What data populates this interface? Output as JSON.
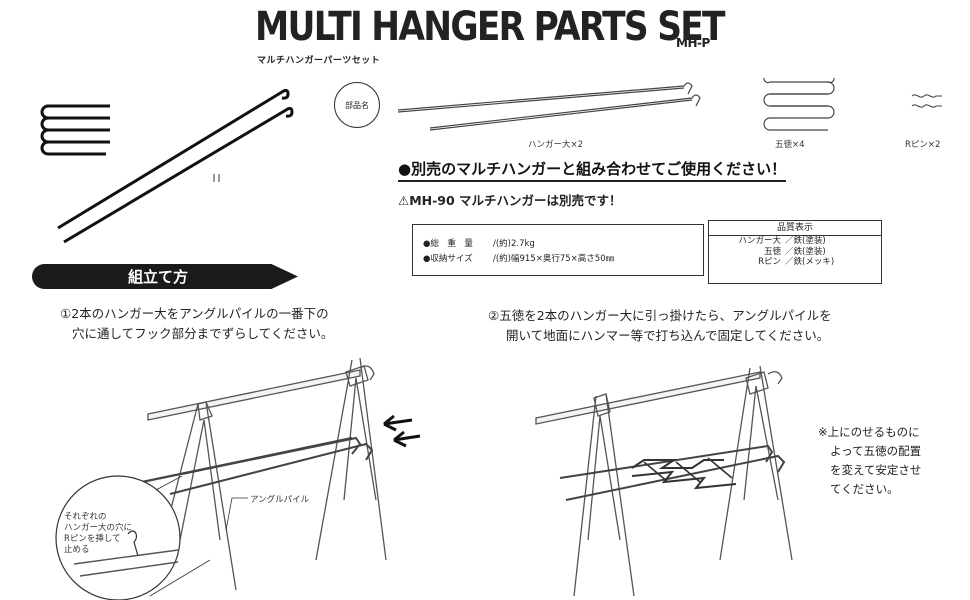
{
  "header": {
    "title": "MULTI HANGER PARTS SET",
    "model": "MH-P",
    "subtitle": "マルチハンガーパーツセット"
  },
  "parts": {
    "badge": "部品名",
    "items": [
      {
        "label": "ハンガー大×2",
        "icon": "hanger-rod"
      },
      {
        "label": "五徳×4",
        "icon": "zigzag-trivet"
      },
      {
        "label": "Rピン×2",
        "icon": "r-pin"
      }
    ]
  },
  "notice": {
    "main": "●別売のマルチハンガーと組み合わせてご使用ください！",
    "sub": "⚠MH-90 マルチハンガーは別売です！"
  },
  "specs": [
    {
      "label": "●総　重　量",
      "value": "/(約)2.7kg"
    },
    {
      "label": "●収納サイズ",
      "value": "/(約)幅915×奥行75×高さ50㎜"
    }
  ],
  "quality": {
    "heading": "品質表示",
    "rows": [
      {
        "name": "ハンガー大",
        "material": "／鉄(塗装)"
      },
      {
        "name": "五徳",
        "material": "／鉄(塗装)"
      },
      {
        "name": "Rピン",
        "material": "／鉄(メッキ)"
      }
    ]
  },
  "assembly": {
    "heading": "組立て方",
    "step1": [
      "①2本のハンガー大をアングルパイルの一番下の",
      "穴に通してフック部分までずらしてください。"
    ],
    "step2": [
      "②五徳を2本のハンガー大に引っ掛けたら、アングルパイルを",
      "開いて地面にハンマー等で打ち込んで固定してください。"
    ],
    "callout": [
      "それぞれの",
      "ハンガー大の穴に",
      "Rピンを挿して",
      "止める"
    ],
    "pile_label": "アングルパイル",
    "note": [
      "※上にのせるものに",
      "よって五徳の配置",
      "を変えて安定させ",
      "てください。"
    ]
  }
}
